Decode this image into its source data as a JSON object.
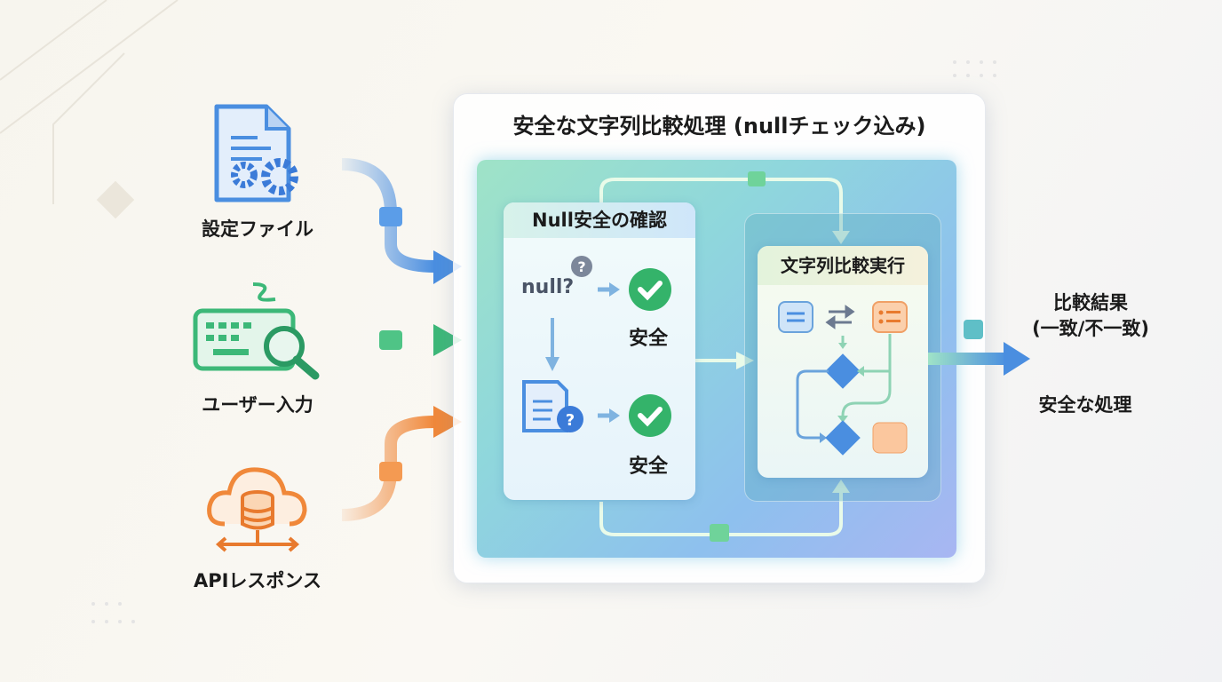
{
  "title": "安全な文字列比較処理 (nullチェック込み)",
  "inputs": [
    {
      "label": "設定ファイル",
      "icon": "config-file-icon",
      "color": "#4a8ee0"
    },
    {
      "label": "ユーザー入力",
      "icon": "keyboard-search-icon",
      "color": "#3cb878"
    },
    {
      "label": "APIレスポンス",
      "icon": "cloud-database-icon",
      "color": "#f0883a"
    }
  ],
  "null_check": {
    "header": "Null安全の確認",
    "null_text": "null?",
    "safe1": "安全",
    "safe2": "安全"
  },
  "compare": {
    "header": "文字列比較実行"
  },
  "output": {
    "result": "比較結果",
    "result_sub": "(一致/不一致)",
    "safe": "安全な処理"
  },
  "colors": {
    "blue": "#4a8ee0",
    "green": "#3cb878",
    "orange": "#f0883a",
    "check": "#34b36a"
  }
}
